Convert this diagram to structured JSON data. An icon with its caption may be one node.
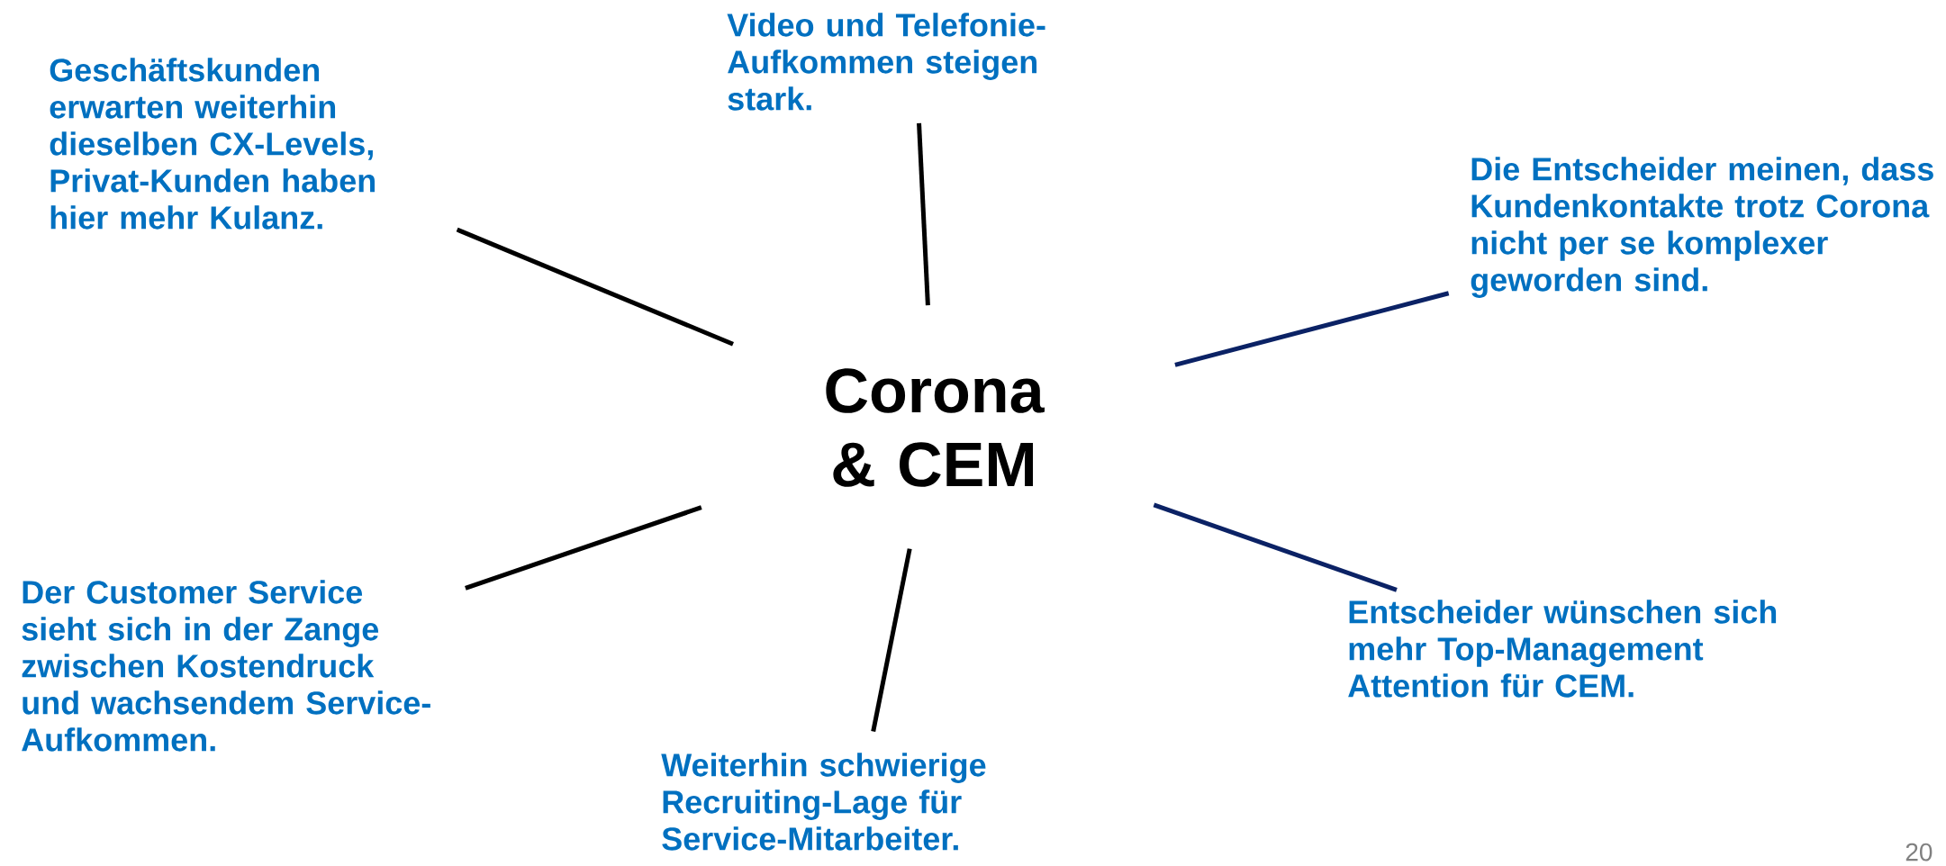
{
  "diagram": {
    "nodes": [
      {
        "text": [
          "Corona & CEM"
        ]
      },
      {
        "text": [
          "Geschäftskunden erwarten weiterhin dieselben CX-Levels, Privat-Kunden haben hier mehr Kulanz."
        ]
      },
      {
        "text": [
          "Video und Telefonie-Aufkommen steigen stark."
        ]
      },
      {
        "text": [
          "Die Entscheider meinen, dass Kundenkontakte trotz Corona nicht per se komplexer geworden sind."
        ]
      },
      {
        "text": [
          "Der Customer Service sieht sich in der Zange zwischen Kostendruck und wachsendem Service-Aufkommen."
        ]
      },
      {
        "text": [
          "Weiterhin schwierige Recruiting-Lage für Service-Mitarbeiter."
        ]
      },
      {
        "text": [
          "Entscheider wünschen sich mehr Top-Management Attention für CEM."
        ]
      }
    ],
    "edges": [
      {
        "from": 0,
        "to": 1,
        "arrow": "none"
      },
      {
        "from": 0,
        "to": 2,
        "arrow": "none"
      },
      {
        "from": 0,
        "to": 3,
        "arrow": "none",
        "color": "#0b2265"
      },
      {
        "from": 0,
        "to": 4,
        "arrow": "none"
      },
      {
        "from": 0,
        "to": 5,
        "arrow": "none"
      },
      {
        "from": 0,
        "to": 6,
        "arrow": "none",
        "color": "#0b2265"
      }
    ],
    "labels": [
      "20"
    ]
  }
}
